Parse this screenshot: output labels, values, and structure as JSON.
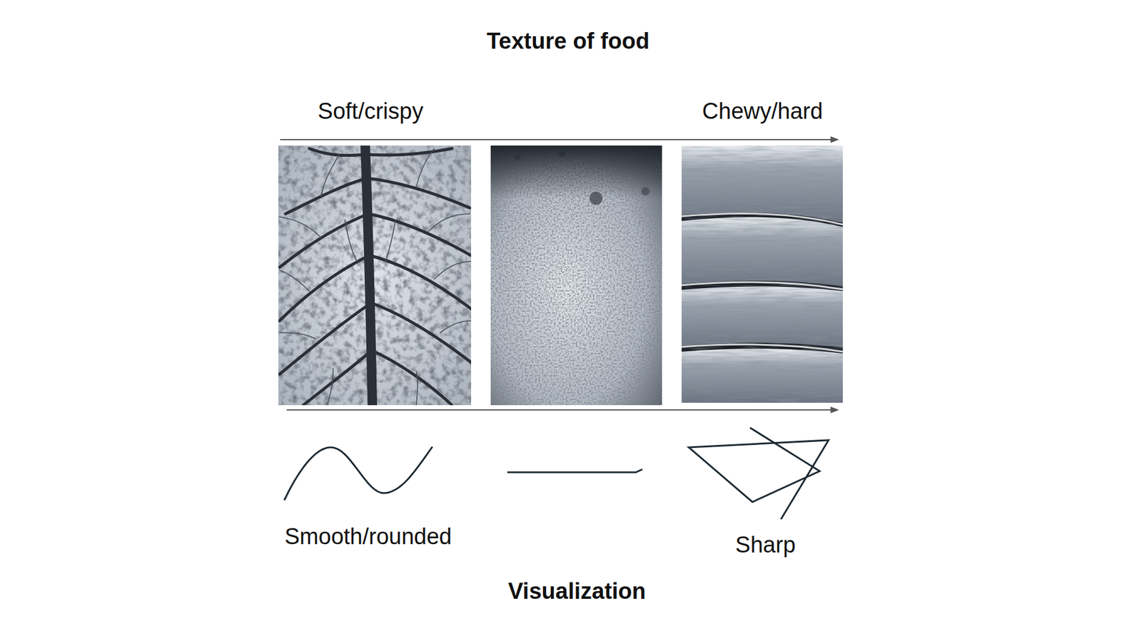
{
  "diagram": {
    "title": "Texture of food",
    "caption": "Visualization",
    "labels": [
      "Soft/crispy",
      "Chewy/hard",
      "Smooth/rounded",
      "Sharp"
    ]
  }
}
